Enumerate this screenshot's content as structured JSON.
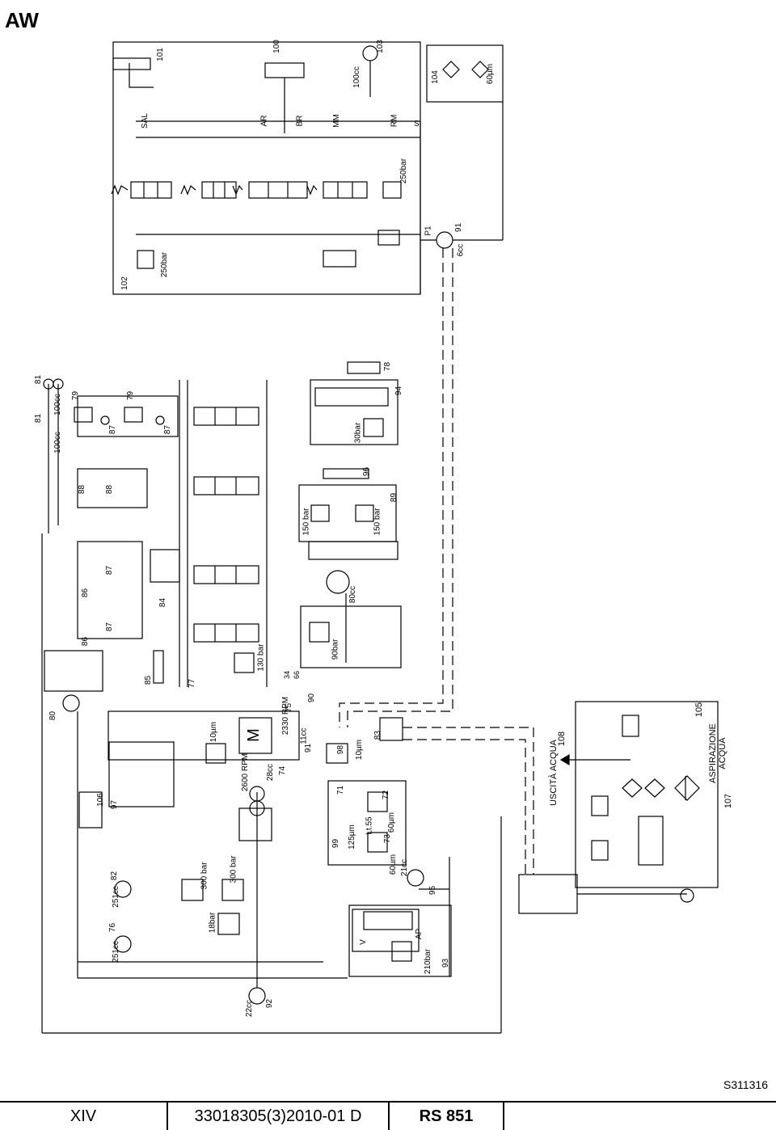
{
  "title": "AW",
  "drawing_ref": "S311316",
  "footer": {
    "page": "XIV",
    "doc": "33018305(3)2010-01 D",
    "model": "RS 851"
  },
  "labels": {
    "l101": "101",
    "l100": "100",
    "l103": "103",
    "l100cc": "100cc",
    "l104": "104",
    "l60um_a": "60µm",
    "sal": "SAL",
    "ar": "AR",
    "br": "BR",
    "mm": "MM",
    "rm": "RM",
    "s": "S",
    "l250bar_a": "250bar",
    "l250bar_b": "250bar",
    "l102": "102",
    "p1": "P1",
    "l91_a": "91",
    "l6cc": "6cc",
    "l81_a": "81",
    "l81_b": "81",
    "l100cc_b": "100cc",
    "l100cc_c": "100cc",
    "l79_a": "79",
    "l79_b": "79",
    "l87_a": "87",
    "l87_b": "87",
    "l87_c": "87",
    "l87_d": "87",
    "l88_a": "88",
    "l88_b": "88",
    "l86_a": "86",
    "l86_b": "86",
    "l84": "84",
    "l85": "85",
    "l77": "77",
    "l78": "78",
    "l94": "94",
    "l30bar": "30bar",
    "l96": "96",
    "l89": "89",
    "l150bar_a": "150 bar",
    "l150bar_b": "150 bar",
    "l80cc": "80cc",
    "l90bar": "90bar",
    "l130bar": "130 bar",
    "l80": "80",
    "l34": "34",
    "l66": "66",
    "l90": "90",
    "l75": "75",
    "rpm2330": "2330 RPM",
    "motor": "M",
    "l11cc": "11cc",
    "l91_b": "91",
    "l98": "98",
    "l10um_a": "10µm",
    "l83": "83",
    "l10um_b": "10µm",
    "rpm2600": "2600 RPM",
    "l28cc": "28cc",
    "l74": "74",
    "l106": "106",
    "l97": "97",
    "l82": "82",
    "l251cc_a": "251cc",
    "l76": "76",
    "l251cc_b": "251cc",
    "l300bar_a": "300 bar",
    "l300bar_b": "300 bar",
    "l18bar": "18bar",
    "l71": "71",
    "l72": "72",
    "l99": "99",
    "l125um": "125µm",
    "lt55": "Lt.55",
    "l60um_b": "60µm",
    "l73": "73",
    "l60um_c": "60µm",
    "l21cc": "21cc",
    "l95": "95",
    "v": "V",
    "ap": "AP",
    "l210bar": "210bar",
    "l93": "93",
    "l22cc": "22cc",
    "l92": "92",
    "uscita": "USCITÀ ACQUA",
    "l108": "108",
    "l105": "105",
    "aspirazione": "ASPIRAZIONE ACQUA",
    "l107": "107"
  }
}
